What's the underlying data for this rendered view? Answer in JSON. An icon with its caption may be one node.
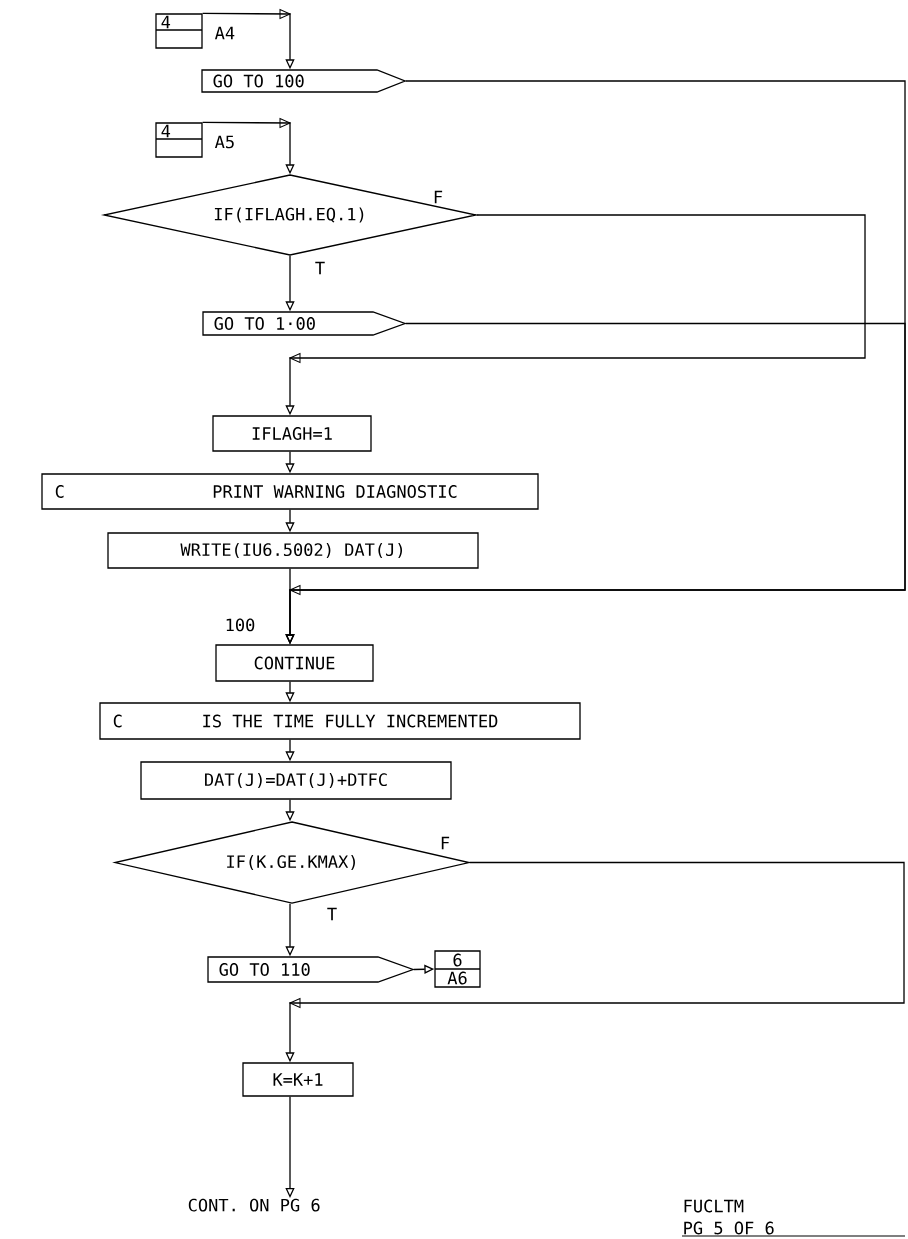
{
  "diagram": {
    "nodes": [
      {
        "text": [
          "4"
        ],
        "beside": [
          "A4"
        ]
      },
      {
        "text": [
          "GO TO 100"
        ]
      },
      {
        "text": [
          "4"
        ],
        "beside": [
          "A5"
        ]
      },
      {
        "text": [
          "IF(IFLAGH.EQ.1)"
        ]
      },
      {
        "text": [
          "GO TO 1·00"
        ]
      },
      {
        "text": [
          "IFLAGH=1"
        ]
      },
      {
        "text": [
          "C",
          "PRINT WARNING DIAGNOSTIC"
        ]
      },
      {
        "text": [
          "WRITE(IU6.5002) DAT(J)"
        ]
      },
      {
        "text": [
          "CONTINUE"
        ],
        "beside": [
          "100"
        ]
      },
      {
        "text": [
          "C",
          "IS THE TIME FULLY INCREMENTED"
        ]
      },
      {
        "text": [
          "DAT(J)=DAT(J)+DTFC"
        ]
      },
      {
        "text": [
          "IF(K.GE.KMAX)"
        ]
      },
      {
        "text": [
          "GO TO 110"
        ]
      },
      {
        "text": [
          "6",
          "A6"
        ]
      },
      {
        "text": [
          "K=K+1"
        ]
      },
      {
        "text": [
          "CONT. ON PG 6"
        ]
      }
    ],
    "edges": [
      {
        "from": 0,
        "to": 1,
        "arrow": "to"
      },
      {
        "from": 2,
        "to": 3,
        "arrow": "to"
      },
      {
        "from": 3,
        "to": 5,
        "arrow": "to",
        "label": "F"
      },
      {
        "from": 3,
        "to": 4,
        "arrow": "to",
        "label": "T"
      },
      {
        "from": 1,
        "to": 8,
        "arrow": "to"
      },
      {
        "from": 4,
        "to": 8,
        "arrow": "to"
      },
      {
        "from": 5,
        "to": 6,
        "arrow": "to"
      },
      {
        "from": 6,
        "to": 7,
        "arrow": "to"
      },
      {
        "from": 7,
        "to": 8,
        "arrow": "to"
      },
      {
        "from": 8,
        "to": 9,
        "arrow": "to"
      },
      {
        "from": 9,
        "to": 10,
        "arrow": "to"
      },
      {
        "from": 10,
        "to": 11,
        "arrow": "to"
      },
      {
        "from": 11,
        "to": 14,
        "arrow": "to",
        "label": "F"
      },
      {
        "from": 11,
        "to": 12,
        "arrow": "to",
        "label": "T"
      },
      {
        "from": 12,
        "to": 13,
        "arrow": "to"
      },
      {
        "from": 14,
        "to": 15,
        "arrow": "to"
      }
    ],
    "labels": [
      "FUCLTM",
      "PG 5 OF 6"
    ]
  }
}
